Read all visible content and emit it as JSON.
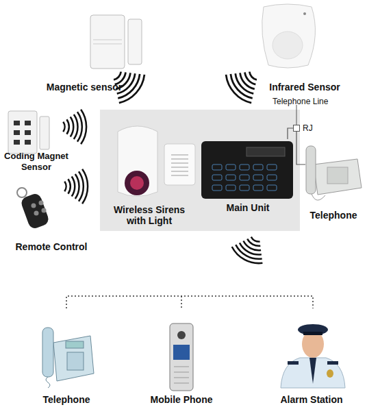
{
  "diagram": {
    "nodes": [
      {
        "text": [
          "Magnetic sensor"
        ]
      },
      {
        "text": [
          "Infrared Sensor"
        ]
      },
      {
        "text": [
          "RJ"
        ]
      },
      {
        "text": [
          "Coding Magnet Sensor"
        ]
      },
      {
        "text": [
          "Wireless Sirens with Light"
        ]
      },
      {
        "text": [
          "Main Unit"
        ]
      },
      {
        "text": [
          "Telephone"
        ]
      },
      {
        "text": [
          "Remote Control"
        ]
      },
      {
        "text": [
          "Telephone"
        ]
      },
      {
        "text": [
          "Mobile Phone"
        ]
      },
      {
        "text": [
          "Alarm Station"
        ]
      }
    ],
    "edges": [
      {
        "from": 5,
        "to": 2,
        "arrow": "none"
      },
      {
        "from": 2,
        "to": 6,
        "arrow": "none"
      }
    ],
    "labels": [
      "Telephone Line"
    ]
  }
}
